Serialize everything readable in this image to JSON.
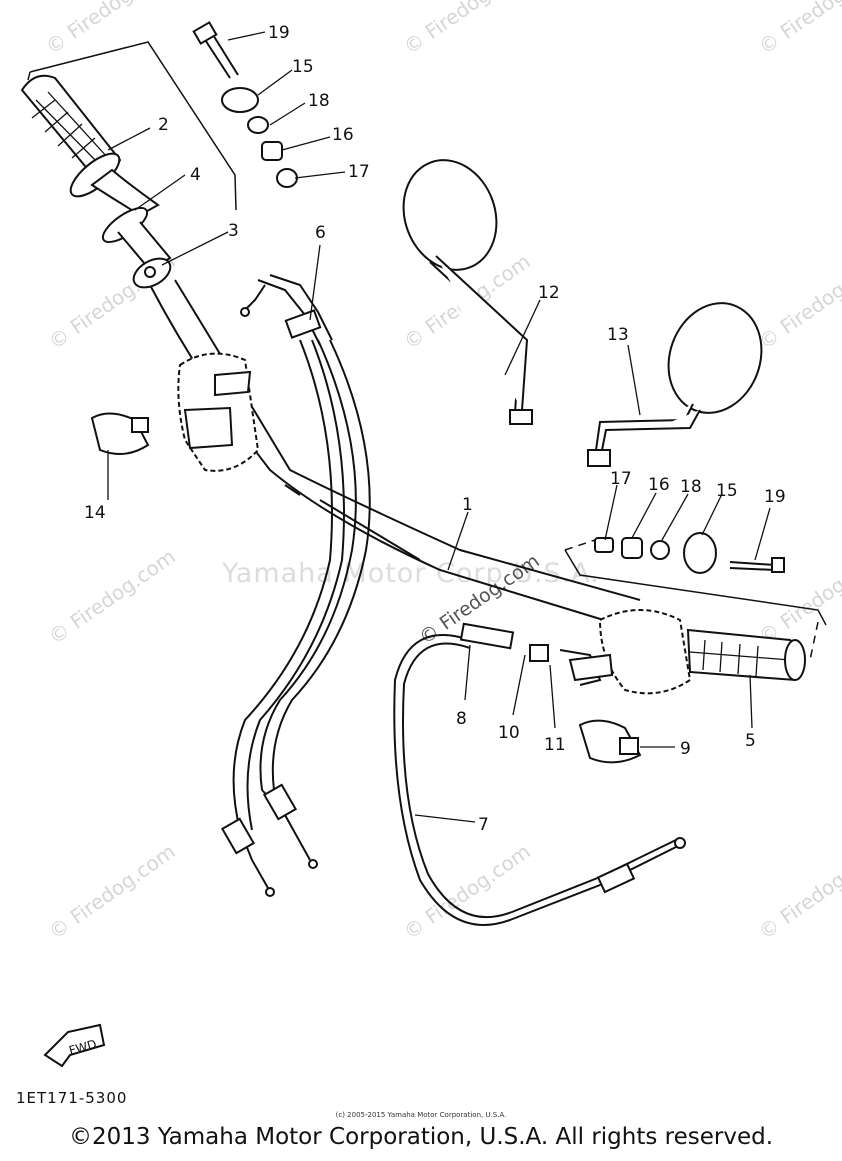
{
  "watermarks": {
    "site": "© Firedog.com",
    "center": "Yamaha Motor Corp U.S.A.",
    "diagonal": "© Firedog.com"
  },
  "callouts": [
    "19",
    "15",
    "18",
    "16",
    "17",
    "2",
    "4",
    "3",
    "6",
    "12",
    "13",
    "14",
    "1",
    "17",
    "16",
    "18",
    "15",
    "19",
    "8",
    "10",
    "11",
    "9",
    "5",
    "7"
  ],
  "fwd_label": "FWD",
  "diagram_code": "1ET171-5300",
  "small_note": "(c) 2005-2015 Yamaha Motor Corporation, U.S.A.",
  "copyright": "©2013 Yamaha Motor Corporation, U.S.A. All rights reserved."
}
